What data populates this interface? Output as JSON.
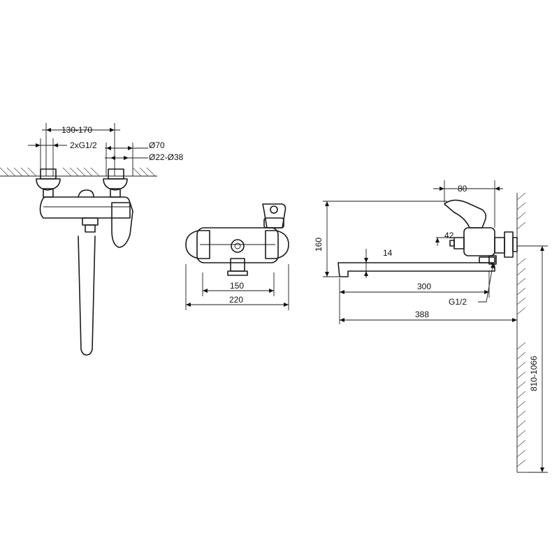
{
  "front_view": {
    "dim_spacing": "130-170",
    "dim_inlets": "2xG1/2",
    "dim_flange_diameter": "Ø70",
    "dim_wall_pipe_range": "Ø22-Ø38"
  },
  "top_view": {
    "dim_inner": "150",
    "dim_outer": "220"
  },
  "side_view": {
    "dim_handle": "80",
    "dim_height": "160",
    "dim_offset": "42",
    "dim_spout_thickness": "14",
    "dim_spout_reach": "300",
    "dim_total_reach": "388",
    "dim_thread": "G1/2",
    "dim_mount_height": "810-1066"
  }
}
